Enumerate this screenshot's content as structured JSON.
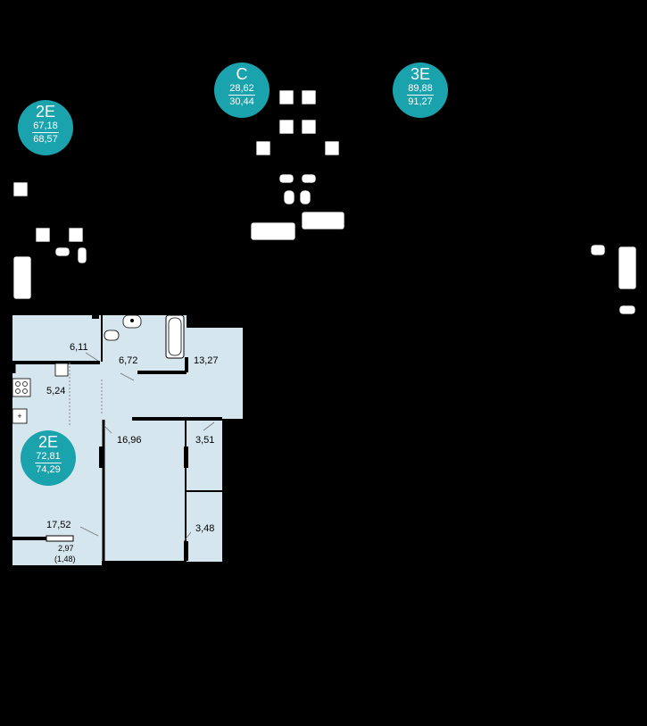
{
  "badges": {
    "c": {
      "type": "C",
      "area1": "28,62",
      "area2": "30,44"
    },
    "e3": {
      "type": "3E",
      "area1": "89,88",
      "area2": "91,27"
    },
    "e2_top": {
      "type": "2E",
      "area1": "67,18",
      "area2": "68,57"
    },
    "e2_main": {
      "type": "2E",
      "area1": "72,81",
      "area2": "74,29"
    }
  },
  "rooms": {
    "hall": "6,11",
    "bathroom": "6,72",
    "bedroom_small": "13,27",
    "kitchen": "5,24",
    "living": "16,96",
    "storage": "3,51",
    "wc": "3,48",
    "main_room": "17,52",
    "balcony": "2,97",
    "balcony_reduced": "(1,48)"
  },
  "colors": {
    "background": "#000000",
    "floor": "#d6e6ee",
    "wall": "#000000",
    "badge": "#1aa3ad"
  }
}
